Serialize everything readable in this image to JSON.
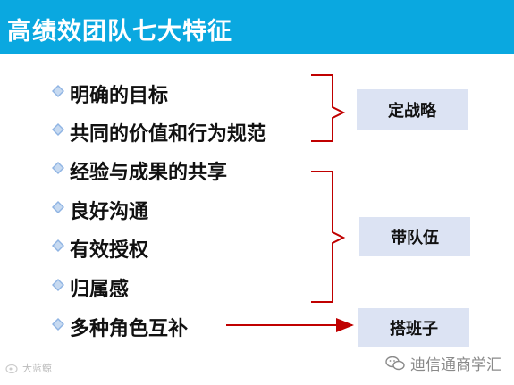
{
  "title": "高绩效团队七大特征",
  "items": [
    {
      "label": "明确的目标"
    },
    {
      "label": "共同的价值和行为规范"
    },
    {
      "label": "经验与成果的共享"
    },
    {
      "label": "良好沟通"
    },
    {
      "label": "有效授权"
    },
    {
      "label": "归属感"
    },
    {
      "label": "多种角色互补"
    }
  ],
  "groups": [
    {
      "label": "定战略"
    },
    {
      "label": "带队伍"
    },
    {
      "label": "搭班子"
    }
  ],
  "watermark_left": "大蓝鲸",
  "watermark_right": "迪信通商学汇",
  "colors": {
    "title_bg": "#0aa8e0",
    "bullet": "#8fb4e3",
    "bracket": "#c00000",
    "box_bg": "#dce3f3"
  },
  "icons": {
    "bullet": "diamond-bullet-icon",
    "watermark_right": "wechat-icon"
  }
}
